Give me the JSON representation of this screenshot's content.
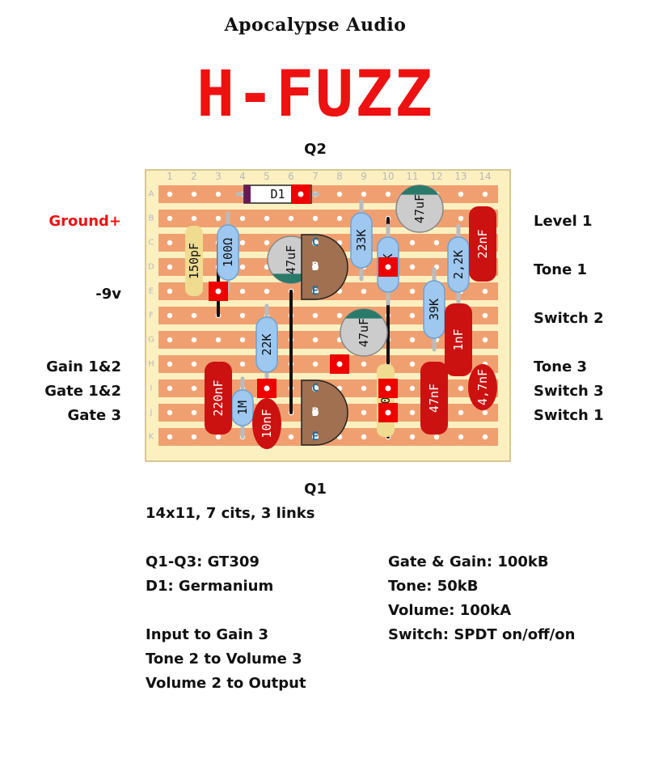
{
  "header": {
    "brand": "Apocalypse Audio",
    "title": "H-FUZZ"
  },
  "board": {
    "columns": [
      "1",
      "2",
      "3",
      "4",
      "5",
      "6",
      "7",
      "8",
      "9",
      "10",
      "11",
      "12",
      "13",
      "14"
    ],
    "rows": [
      "A",
      "B",
      "C",
      "D",
      "E",
      "F",
      "G",
      "H",
      "I",
      "J",
      "K"
    ],
    "colors": {
      "board": "#fdf0c0",
      "strip": "#f0a070",
      "hole": "#ffffff",
      "resistor": "#9ec8f0",
      "film_cap": "#cc1111",
      "ceramic_cap": "#f0dc90",
      "electrolytic": "#cccccc",
      "transistor": "#a07050",
      "cut": "#ee0000",
      "link": "#111111"
    }
  },
  "labels_left": [
    {
      "text": "Ground+",
      "row": "B",
      "color": "#ee1111"
    },
    {
      "text": "-9v",
      "row": "E"
    },
    {
      "text": "Gain 1&2",
      "row": "H"
    },
    {
      "text": "Gate 1&2",
      "row": "I"
    },
    {
      "text": "Gate 3",
      "row": "J"
    }
  ],
  "labels_right": [
    {
      "text": "Level 1",
      "row": "B"
    },
    {
      "text": "Tone 1",
      "row": "D"
    },
    {
      "text": "Switch 2",
      "row": "F"
    },
    {
      "text": "Tone 3",
      "row": "H"
    },
    {
      "text": "Switch 3",
      "row": "I"
    },
    {
      "text": "Switch 1",
      "row": "J"
    }
  ],
  "transistor_labels": {
    "top": "Q2",
    "bottom": "Q1"
  },
  "components": {
    "resistors": [
      {
        "label": "100Ω",
        "col": 2.4,
        "r1": 1.0,
        "r2": 3.8
      },
      {
        "label": "22K",
        "col": 4.0,
        "r1": 4.8,
        "r2": 7.6
      },
      {
        "label": "1M",
        "col": 3.0,
        "r1": 7.8,
        "r2": 9.8
      },
      {
        "label": "33K",
        "col": 7.9,
        "r1": 0.5,
        "r2": 3.3
      },
      {
        "label": "47K",
        "col": 9.0,
        "r1": 1.5,
        "r2": 4.3
      },
      {
        "label": "39K",
        "col": 10.9,
        "r1": 3.3,
        "r2": 6.2
      },
      {
        "label": "2,2K",
        "col": 11.9,
        "r1": 1.5,
        "r2": 4.3
      }
    ],
    "film_caps": [
      {
        "label": "22nF",
        "col": 12.9,
        "r1": 0.5,
        "r2": 3.6
      },
      {
        "label": "1nF",
        "col": 11.9,
        "r1": 4.5,
        "r2": 7.5
      },
      {
        "label": "4,7nF",
        "col": 12.9,
        "r1": 7.0,
        "r2": 8.9,
        "oval": true
      },
      {
        "label": "47nF",
        "col": 10.9,
        "r1": 6.9,
        "r2": 9.9
      },
      {
        "label": "220nF",
        "col": 2.0,
        "r1": 6.9,
        "r2": 9.9
      },
      {
        "label": "10nF",
        "col": 4.0,
        "r1": 8.4,
        "r2": 10.5,
        "oval": true
      }
    ],
    "ceramic_caps": [
      {
        "label": "150pF",
        "col": 1.0,
        "r1": 1.3,
        "r2": 4.2
      },
      {
        "label": "150pF",
        "col": 8.9,
        "r1": 7.0,
        "r2": 10.0
      }
    ],
    "electrolytics": [
      {
        "label": "47uF",
        "col": 5.0,
        "row": 2.7,
        "band": "bottom"
      },
      {
        "label": "47uF",
        "col": 8.0,
        "row": 5.7,
        "band": "top"
      },
      {
        "label": "47uF",
        "col": 10.3,
        "row": 0.6,
        "band": "top"
      }
    ],
    "diode": {
      "label": "D1",
      "c1": 3.0,
      "c2": 5.9,
      "row": 0
    },
    "transistors": [
      {
        "row1": 2,
        "row2": 4,
        "col": 6,
        "pins": [
          "C",
          "B",
          "E"
        ]
      },
      {
        "row1": 8,
        "row2": 10,
        "col": 6,
        "pins": [
          "C",
          "B",
          "E"
        ]
      }
    ],
    "links": [
      {
        "col": 2,
        "r1": 2,
        "r2": 5
      },
      {
        "col": 5,
        "r1": 4,
        "r2": 9
      },
      {
        "col": 9,
        "r1": 1,
        "r2": 10
      }
    ],
    "cuts": [
      {
        "col": 2,
        "row": 4
      },
      {
        "col": 9,
        "row": 3
      },
      {
        "col": 7,
        "row": 7
      },
      {
        "col": 4,
        "row": 8
      },
      {
        "col": 9,
        "row": 8
      },
      {
        "col": 9,
        "row": 9
      },
      {
        "col": 5.4,
        "row": 0
      }
    ]
  },
  "info": {
    "summary": "14x11, 7 cits, 3 links",
    "left": [
      "Q1-Q3: GT309",
      "D1: Germanium",
      "",
      "Input to Gain 3",
      "Tone 2 to Volume 3",
      "Volume 2 to Output"
    ],
    "right": [
      "Gate & Gain: 100kB",
      "Tone: 50kB",
      "Volume: 100kA",
      "Switch: SPDT on/off/on"
    ]
  }
}
